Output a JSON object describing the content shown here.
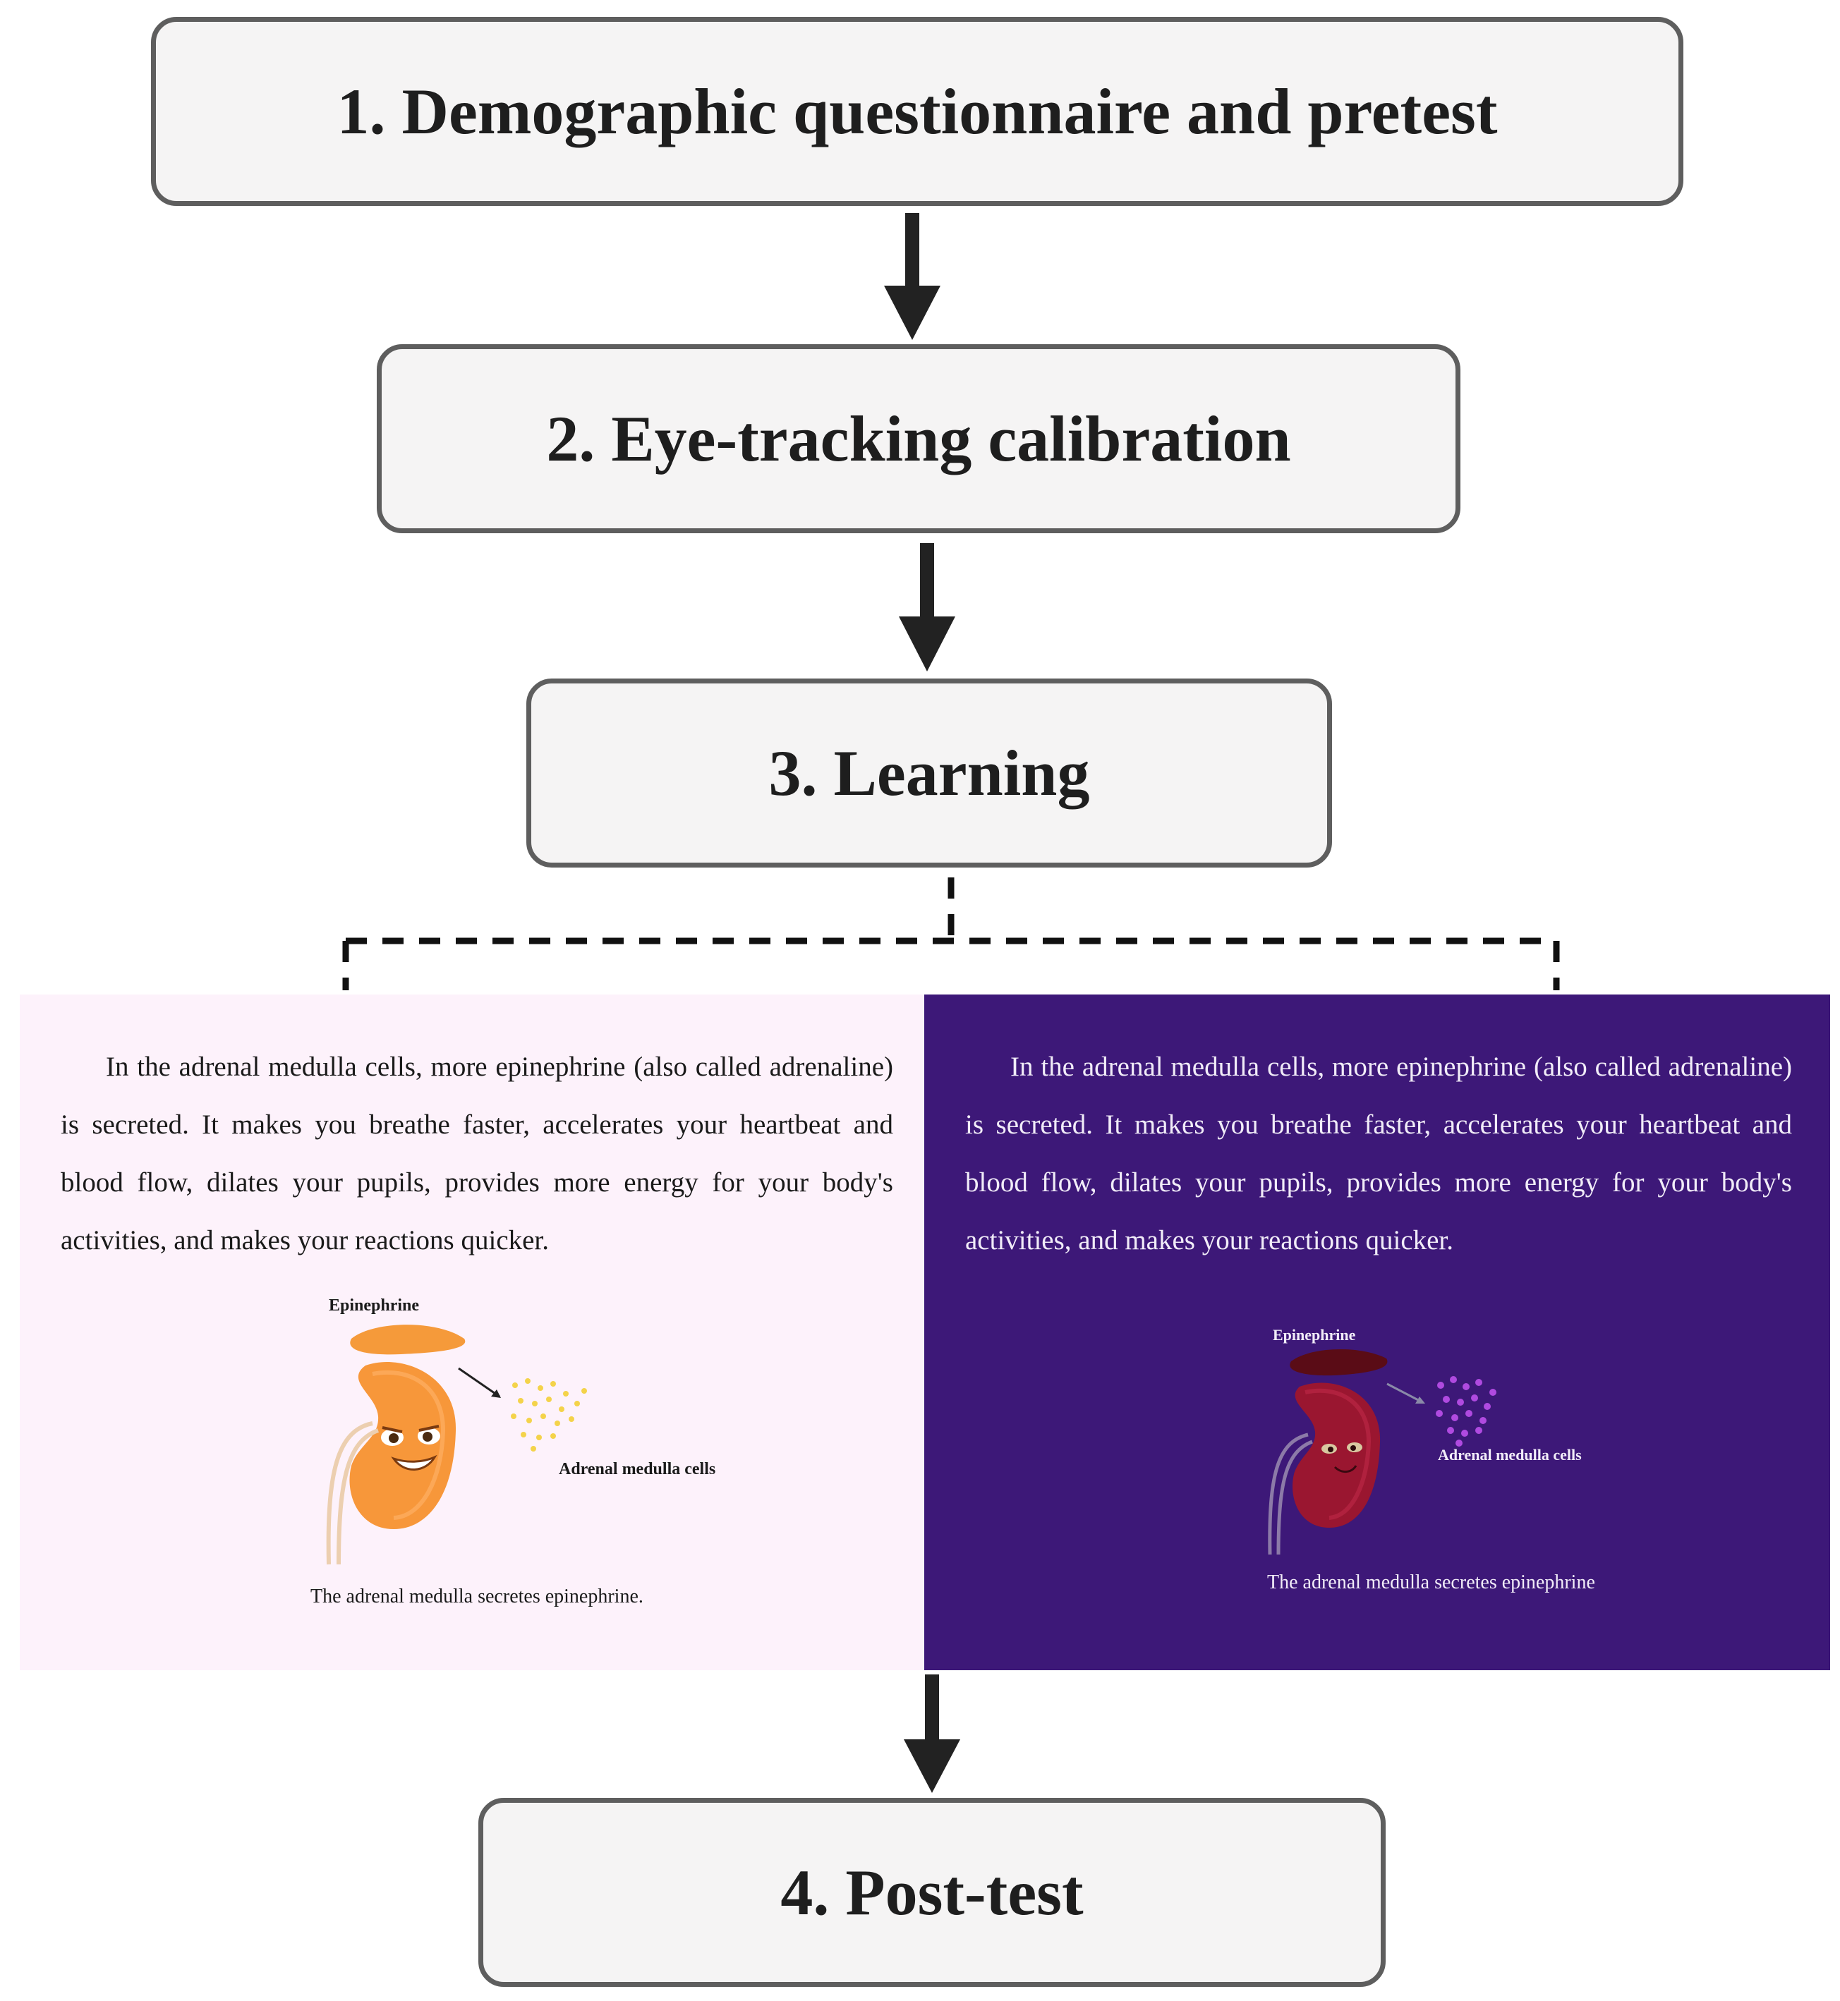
{
  "steps": [
    {
      "label": "1. Demographic questionnaire and pretest"
    },
    {
      "label": "2. Eye-tracking calibration"
    },
    {
      "label": "3. Learning"
    },
    {
      "label": "4. Post-test"
    }
  ],
  "learning_panels": {
    "light": {
      "background": "#fdf2fb",
      "text": "In the adrenal medulla cells, more epinephrine (also called adrenaline) is secreted. It makes you breathe faster, accelerates your heartbeat and blood flow, dilates your pupils, provides more energy for your body's activities, and makes your reactions quicker.",
      "label_epinephrine": "Epinephrine",
      "label_cells": "Adrenal medulla cells",
      "caption": "The adrenal medulla secretes epinephrine.",
      "illustration": "kidney-character-orange"
    },
    "dark": {
      "background": "#3d1878",
      "text": "In the adrenal medulla cells, more epinephrine (also called adrenaline) is secreted. It makes you breathe faster, accelerates your heartbeat and blood flow, dilates your pupils, provides more energy for your body's activities, and makes your reactions quicker.",
      "label_epinephrine": "Epinephrine",
      "label_cells": "Adrenal medulla cells",
      "caption": "The adrenal medulla secretes epinephrine",
      "illustration": "kidney-character-dark-red"
    }
  }
}
